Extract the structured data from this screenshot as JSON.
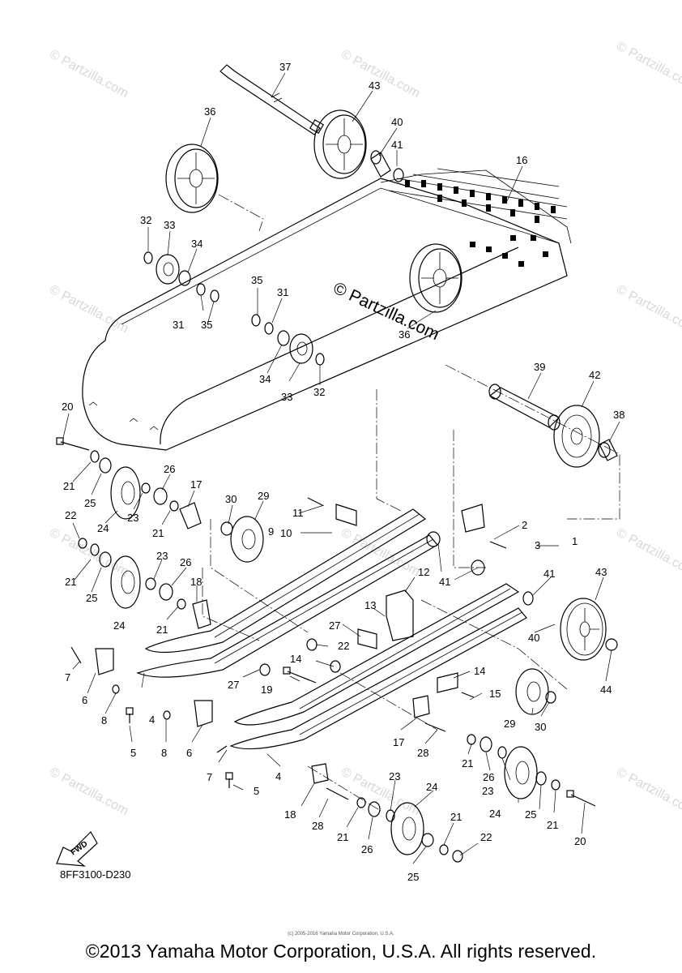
{
  "watermark": "© Partzilla.com",
  "watermark_small": "© Partzilla.com",
  "diagram_code": "8FF3100-D230",
  "fwd_label": "FWD",
  "fine_print": "(c) 2005-2016 Yamaha Motor Corporation, U.S.A.",
  "copyright": "©2013 Yamaha Motor Corporation, U.S.A. All rights reserved.",
  "callouts": [
    "37",
    "43",
    "40",
    "41",
    "36",
    "16",
    "32",
    "33",
    "34",
    "35",
    "31",
    "35",
    "31",
    "34",
    "33",
    "32",
    "36",
    "39",
    "42",
    "38",
    "20",
    "21",
    "25",
    "24",
    "26",
    "17",
    "23",
    "21",
    "22",
    "21",
    "25",
    "24",
    "23",
    "26",
    "18",
    "21",
    "30",
    "29",
    "11",
    "9",
    "10",
    "2",
    "3",
    "1",
    "12",
    "13",
    "41",
    "41",
    "43",
    "7",
    "6",
    "8",
    "5",
    "4",
    "27",
    "19",
    "22",
    "14",
    "27",
    "14",
    "15",
    "40",
    "44",
    "29",
    "30",
    "8",
    "6",
    "7",
    "5",
    "4",
    "17",
    "28",
    "21",
    "26",
    "23",
    "24",
    "25",
    "21",
    "20",
    "18",
    "28",
    "21",
    "26",
    "23",
    "24",
    "25",
    "21",
    "22"
  ]
}
